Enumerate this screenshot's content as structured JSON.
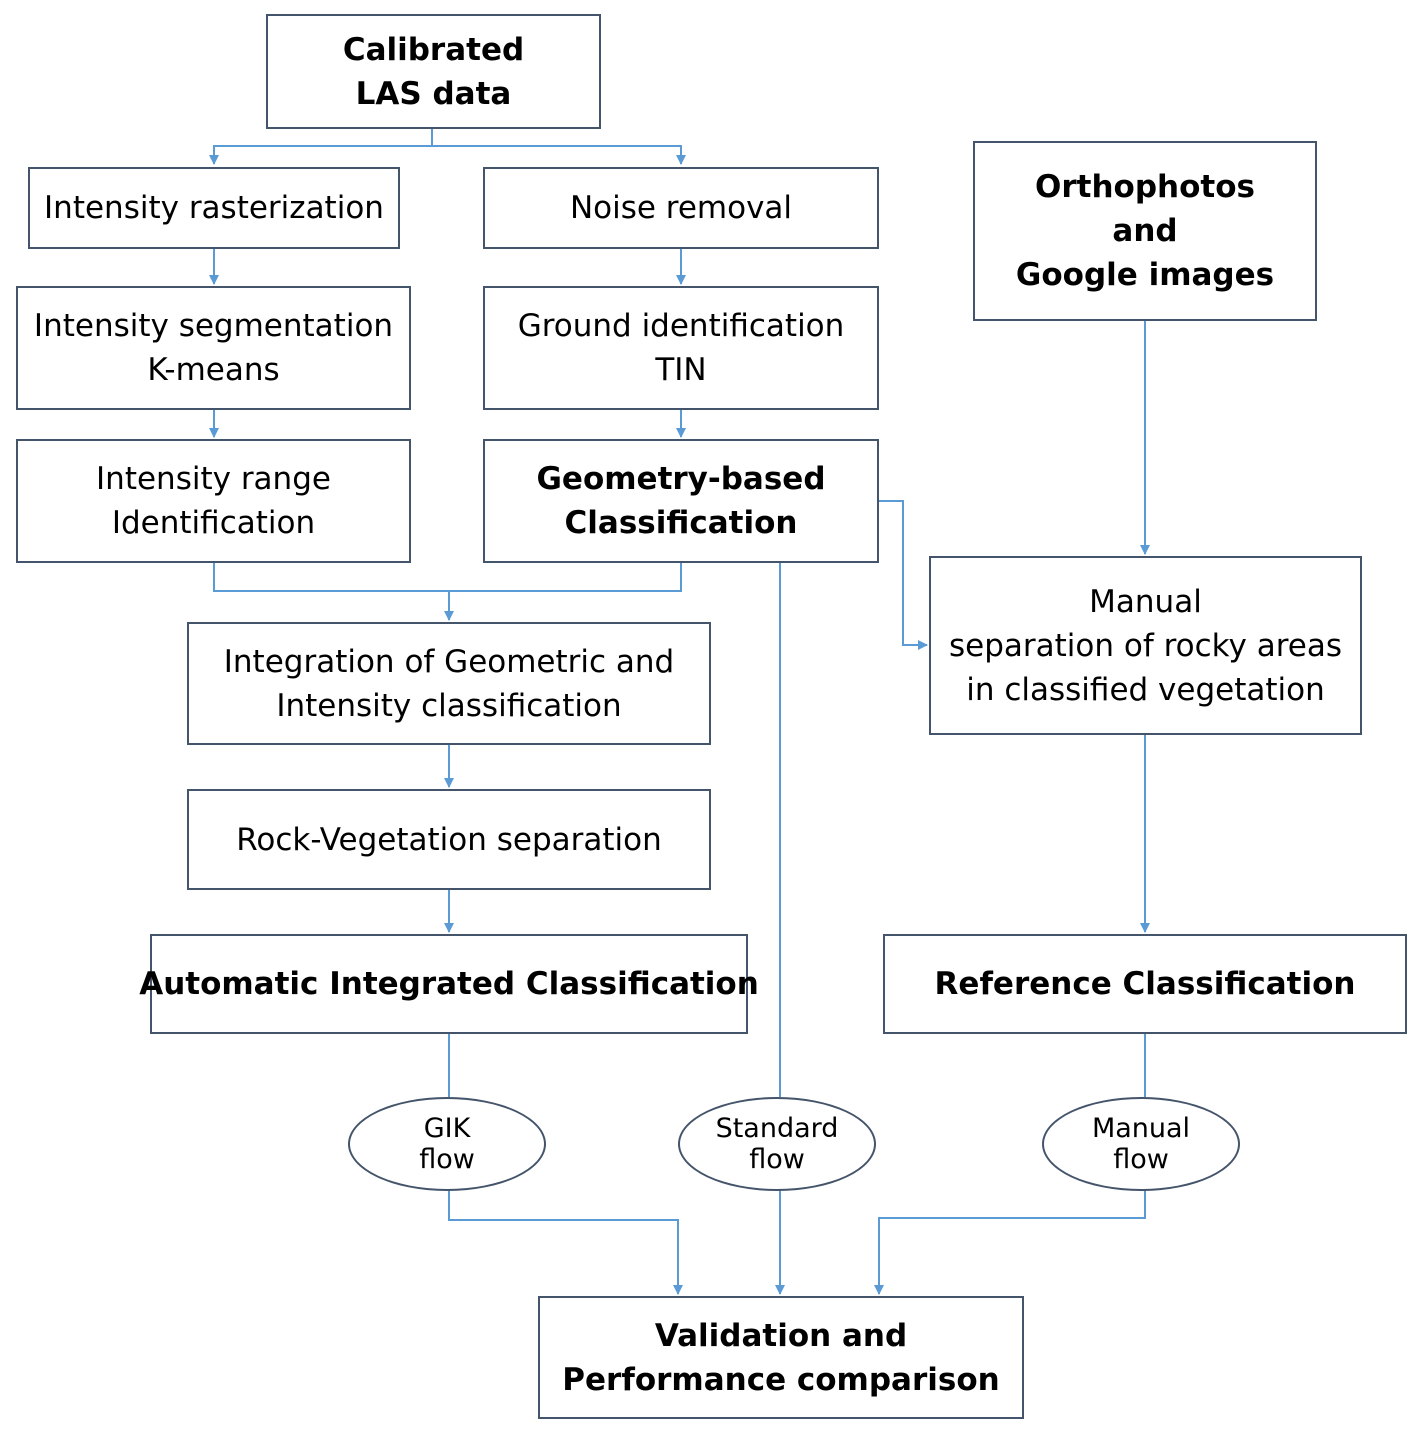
{
  "boxes": {
    "las": {
      "lines": [
        "Calibrated",
        "LAS data"
      ]
    },
    "rast": {
      "lines": [
        "Intensity rasterization"
      ]
    },
    "noise": {
      "lines": [
        "Noise removal"
      ]
    },
    "ortho": {
      "lines": [
        "Orthophotos",
        "and",
        "Google images"
      ]
    },
    "seg": {
      "lines": [
        "Intensity segmentation",
        "K-means"
      ]
    },
    "ground": {
      "lines": [
        "Ground identification",
        "TIN"
      ]
    },
    "range": {
      "lines": [
        "Intensity range",
        "Identification"
      ]
    },
    "geom": {
      "lines": [
        "Geometry-based",
        "Classification"
      ]
    },
    "manual": {
      "lines": [
        "Manual",
        "separation of rocky areas",
        "in classified vegetation"
      ]
    },
    "integ": {
      "lines": [
        "Integration of Geometric and",
        "Intensity classification"
      ]
    },
    "rockveg": {
      "lines": [
        "Rock-Vegetation separation"
      ]
    },
    "auto": {
      "lines": [
        "Automatic Integrated Classification"
      ]
    },
    "ref": {
      "lines": [
        "Reference Classification"
      ]
    },
    "valid": {
      "lines": [
        "Validation and",
        "Performance comparison"
      ]
    }
  },
  "flows": {
    "gik": {
      "lines": [
        "GIK",
        "flow"
      ]
    },
    "standard": {
      "lines": [
        "Standard",
        "flow"
      ]
    },
    "manualflow": {
      "lines": [
        "Manual",
        "flow"
      ]
    }
  },
  "colors": {
    "connector": "#5b9bd5",
    "border": "#44546a"
  }
}
